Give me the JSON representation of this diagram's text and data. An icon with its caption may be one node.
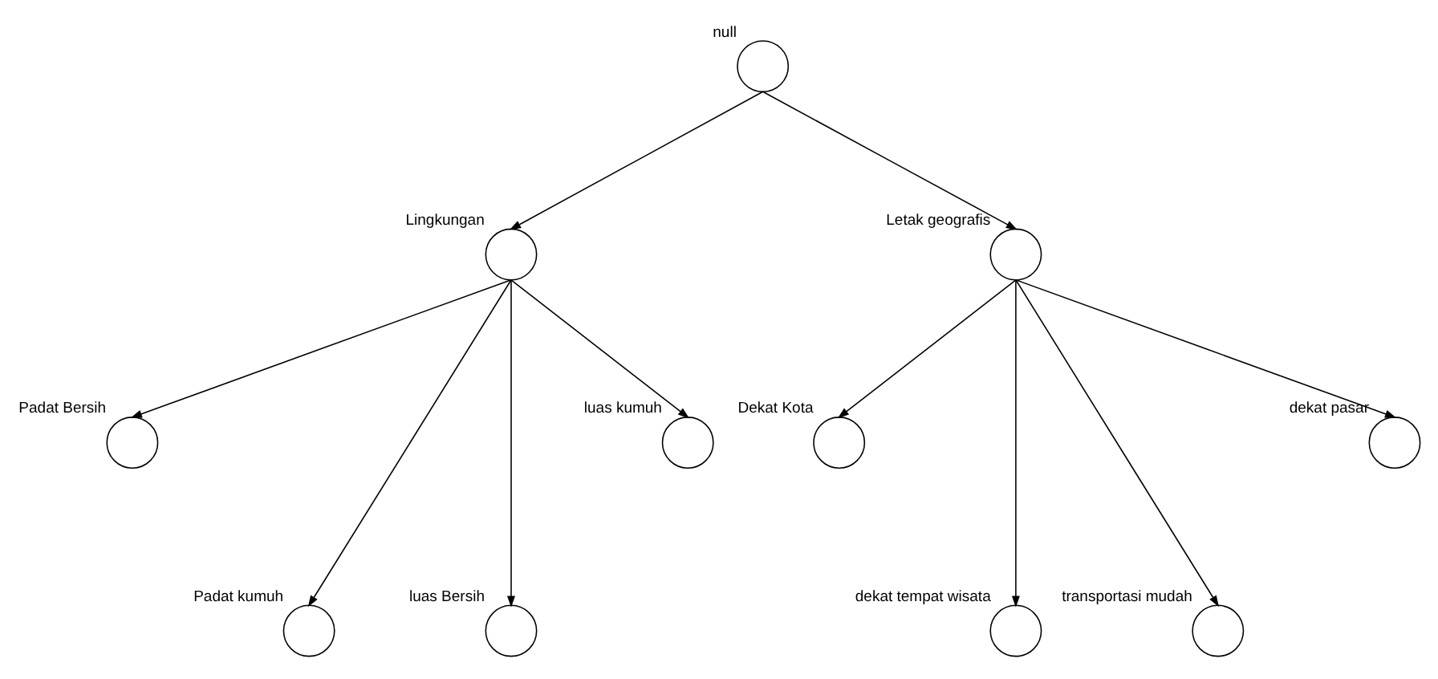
{
  "diagram": {
    "nodes": [
      {
        "text": [
          "null"
        ]
      },
      {
        "text": [
          "Lingkungan"
        ]
      },
      {
        "text": [
          "Letak geografis"
        ]
      },
      {
        "text": [
          "Padat Bersih"
        ]
      },
      {
        "text": [
          "luas kumuh"
        ]
      },
      {
        "text": [
          "Padat kumuh"
        ]
      },
      {
        "text": [
          "luas Bersih"
        ]
      },
      {
        "text": [
          "Dekat Kota"
        ]
      },
      {
        "text": [
          "dekat pasar"
        ]
      },
      {
        "text": [
          "dekat tempat wisata"
        ]
      },
      {
        "text": [
          "transportasi mudah"
        ]
      }
    ],
    "edges": [
      {
        "from": 0,
        "to": 1,
        "arrow": "to"
      },
      {
        "from": 0,
        "to": 2,
        "arrow": "to"
      },
      {
        "from": 1,
        "to": 3,
        "arrow": "to"
      },
      {
        "from": 1,
        "to": 5,
        "arrow": "to"
      },
      {
        "from": 1,
        "to": 6,
        "arrow": "to"
      },
      {
        "from": 1,
        "to": 4,
        "arrow": "to"
      },
      {
        "from": 2,
        "to": 7,
        "arrow": "to"
      },
      {
        "from": 2,
        "to": 9,
        "arrow": "to"
      },
      {
        "from": 2,
        "to": 10,
        "arrow": "to"
      },
      {
        "from": 2,
        "to": 8,
        "arrow": "to"
      }
    ]
  }
}
